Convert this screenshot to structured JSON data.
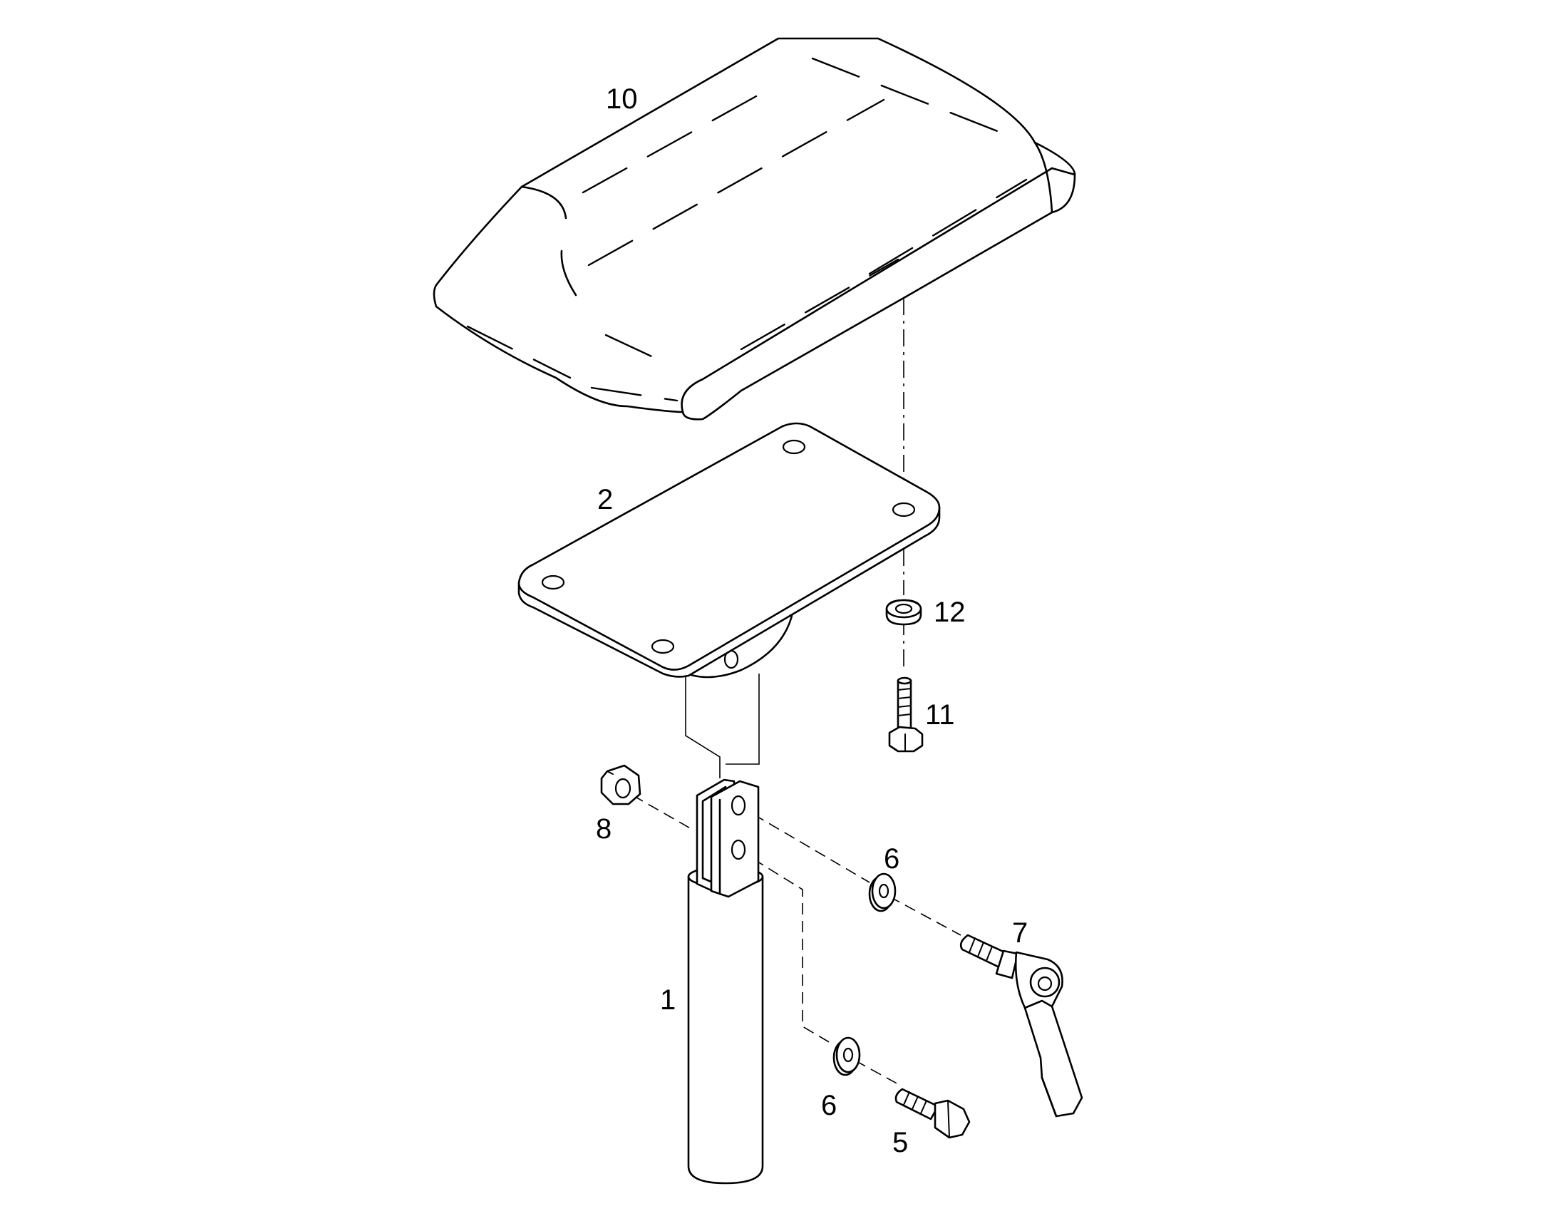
{
  "callouts": [
    {
      "id": "1",
      "label": "1"
    },
    {
      "id": "2",
      "label": "2"
    },
    {
      "id": "5",
      "label": "5"
    },
    {
      "id": "6a",
      "label": "6"
    },
    {
      "id": "6b",
      "label": "6"
    },
    {
      "id": "7",
      "label": "7"
    },
    {
      "id": "8",
      "label": "8"
    },
    {
      "id": "10",
      "label": "10"
    },
    {
      "id": "11",
      "label": "11"
    },
    {
      "id": "12",
      "label": "12"
    }
  ],
  "colors": {
    "line": "#000000",
    "background": "#ffffff"
  }
}
